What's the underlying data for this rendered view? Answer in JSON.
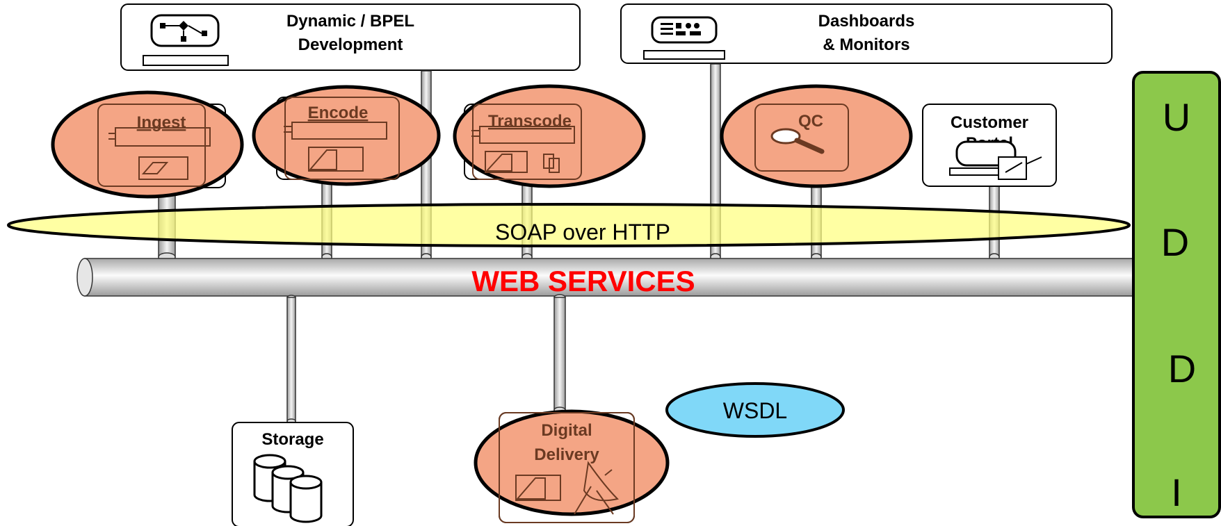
{
  "top_boxes": {
    "bpel": {
      "line1": "Dynamic / BPEL",
      "line2": "Development",
      "icon": "workflow-icon"
    },
    "dashboards": {
      "line1": "Dashboards",
      "line2": "& Monitors",
      "icon": "dashboard-icon"
    }
  },
  "services": {
    "ingest": {
      "label": "Ingest",
      "icon": "ingest-device-icon"
    },
    "encode": {
      "label": "Encode",
      "icon": "encoder-device-icon"
    },
    "transcode": {
      "label": "Transcode",
      "icon": "transcoder-device-icon"
    },
    "qc": {
      "label": "QC",
      "icon": "magnifier-icon"
    },
    "customer_portal": {
      "line1": "Customer",
      "line2": "Portal",
      "icon": "computer-icon"
    },
    "storage": {
      "label": "Storage",
      "icon": "database-icon"
    },
    "digital_delivery": {
      "line1": "Digital",
      "line2": "Delivery",
      "icon": "satellite-dish-icon"
    }
  },
  "soap": {
    "label": "SOAP over HTTP"
  },
  "bus": {
    "label": "WEB SERVICES"
  },
  "wsdl": {
    "label": "WSDL"
  },
  "uddi": {
    "letters": [
      "U",
      "D",
      "D",
      "I"
    ]
  },
  "colors": {
    "soap_fill": "#ffff80",
    "highlight_fill": "#f4a585",
    "wsdl_fill": "#80d8f8",
    "uddi_fill": "#8cc84b",
    "bus_label": "#ff0000"
  }
}
